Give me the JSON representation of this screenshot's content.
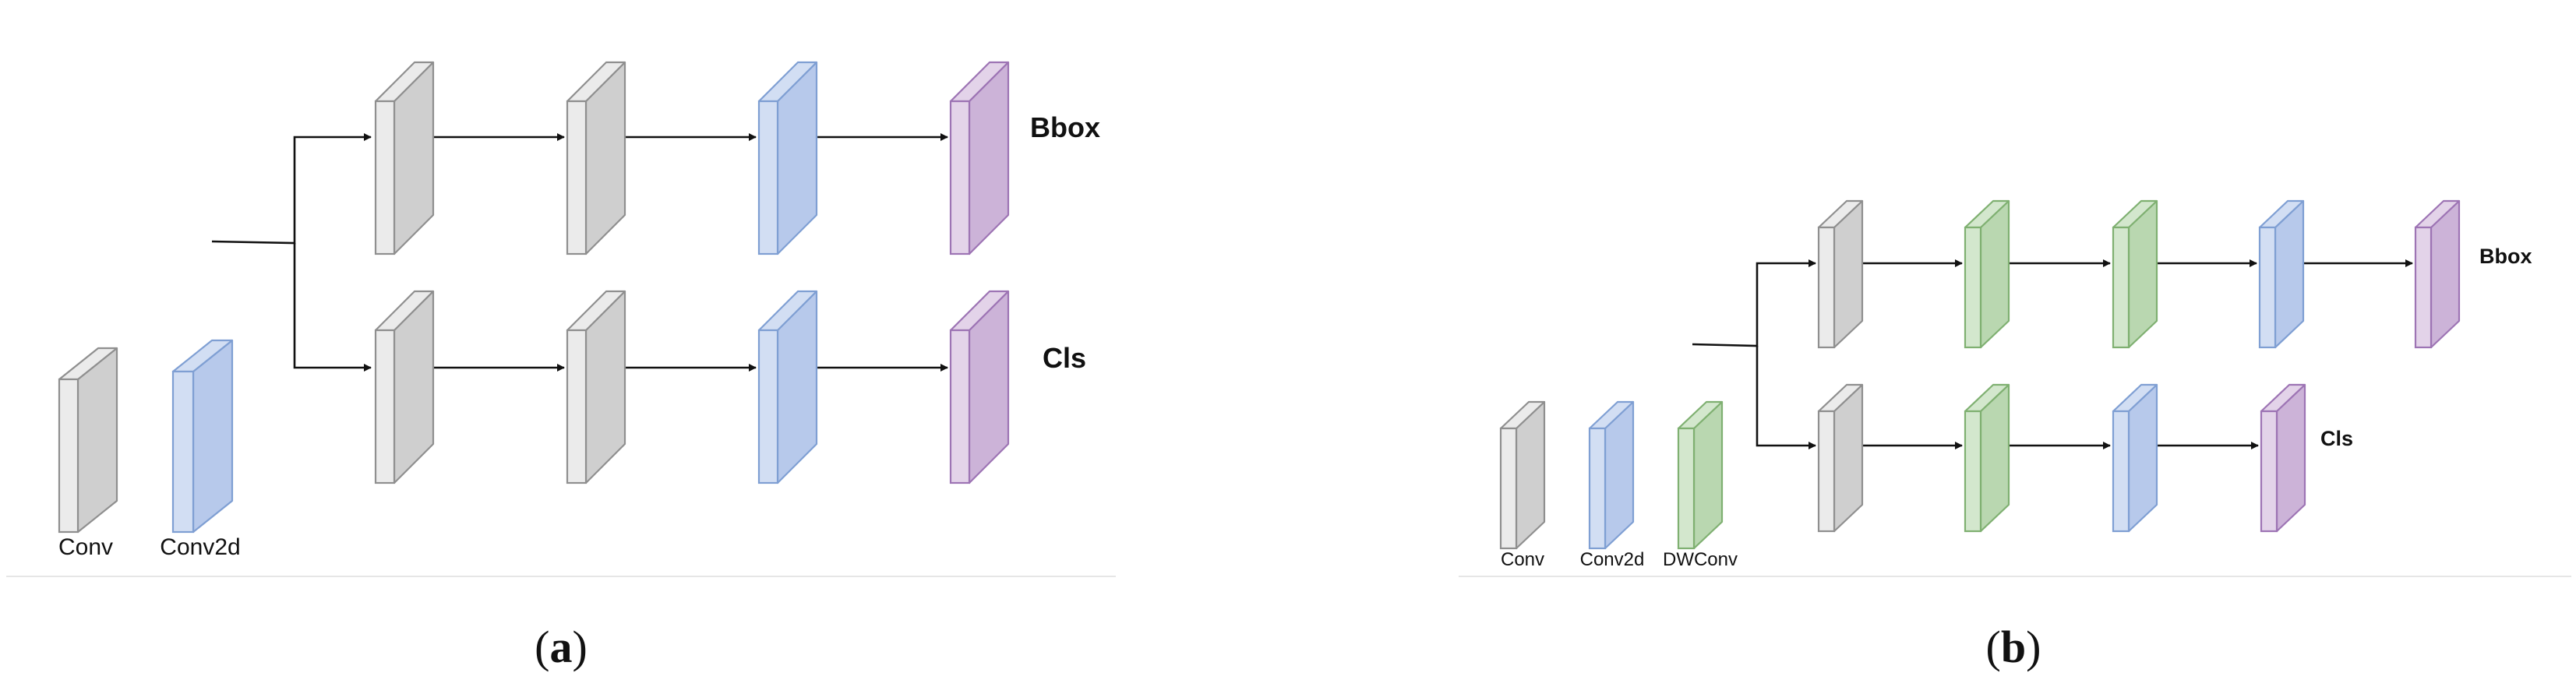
{
  "colors": {
    "conv": {
      "face": "#ebebeb",
      "side": "#cfcfcf",
      "stroke": "#8f8f8f"
    },
    "conv2d": {
      "face": "#d2def3",
      "side": "#b7c9eb",
      "stroke": "#7f9fd3"
    },
    "dwconv": {
      "face": "#d3e7cd",
      "side": "#b9d7b0",
      "stroke": "#7fb071"
    },
    "head": {
      "face": "#e3d3e9",
      "side": "#ccb3d8",
      "stroke": "#9d74b4"
    },
    "arrow": "#111111",
    "panel_border": "#e6e6e6"
  },
  "panels": [
    {
      "id": "a",
      "legend": [
        "Conv",
        "Conv2d"
      ],
      "branches": [
        {
          "output_label": "Bbox",
          "blocks": [
            "conv",
            "conv",
            "conv2d",
            "head"
          ]
        },
        {
          "output_label": "Cls",
          "blocks": [
            "conv",
            "conv",
            "conv2d",
            "head"
          ]
        }
      ],
      "caption": {
        "open": "(",
        "letter": "a",
        "close": ")"
      }
    },
    {
      "id": "b",
      "legend": [
        "Conv",
        "Conv2d",
        "DWConv"
      ],
      "branches": [
        {
          "output_label": "Bbox",
          "blocks": [
            "conv",
            "dwconv",
            "dwconv",
            "conv2d",
            "head"
          ]
        },
        {
          "output_label": "Cls",
          "blocks": [
            "conv",
            "dwconv",
            "conv2d",
            "head"
          ]
        }
      ],
      "caption": {
        "open": "(",
        "letter": "b",
        "close": ")"
      }
    }
  ]
}
